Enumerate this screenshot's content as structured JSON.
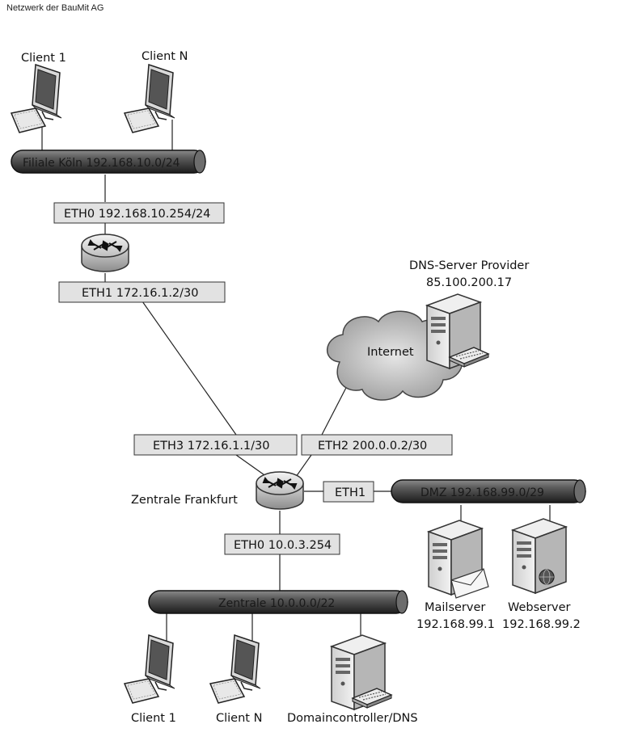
{
  "header": "Netzwerk der BauMit AG",
  "koeln": {
    "client1": "Client 1",
    "clientN": "Client N",
    "bus": "Filiale Köln 192.168.10.0/24",
    "eth0": "ETH0 192.168.10.254/24",
    "eth1": "ETH1 172.16.1.2/30"
  },
  "internet": {
    "dns_provider_name": "DNS-Server Provider",
    "dns_provider_ip": "85.100.200.17",
    "cloud": "Internet"
  },
  "frankfurt": {
    "router_label": "Zentrale Frankfurt",
    "eth3": "ETH3 172.16.1.1/30",
    "eth2": "ETH2 200.0.0.2/30",
    "eth1": "ETH1",
    "eth0": "ETH0 10.0.3.254",
    "bus": "Zentrale 10.0.0.0/22",
    "client1": "Client 1",
    "clientN": "Client N",
    "dc": "Domaincontroller/DNS"
  },
  "dmz": {
    "bus": "DMZ 192.168.99.0/29",
    "mail_name": "Mailserver",
    "mail_ip": "192.168.99.1",
    "web_name": "Webserver",
    "web_ip": "192.168.99.2"
  }
}
